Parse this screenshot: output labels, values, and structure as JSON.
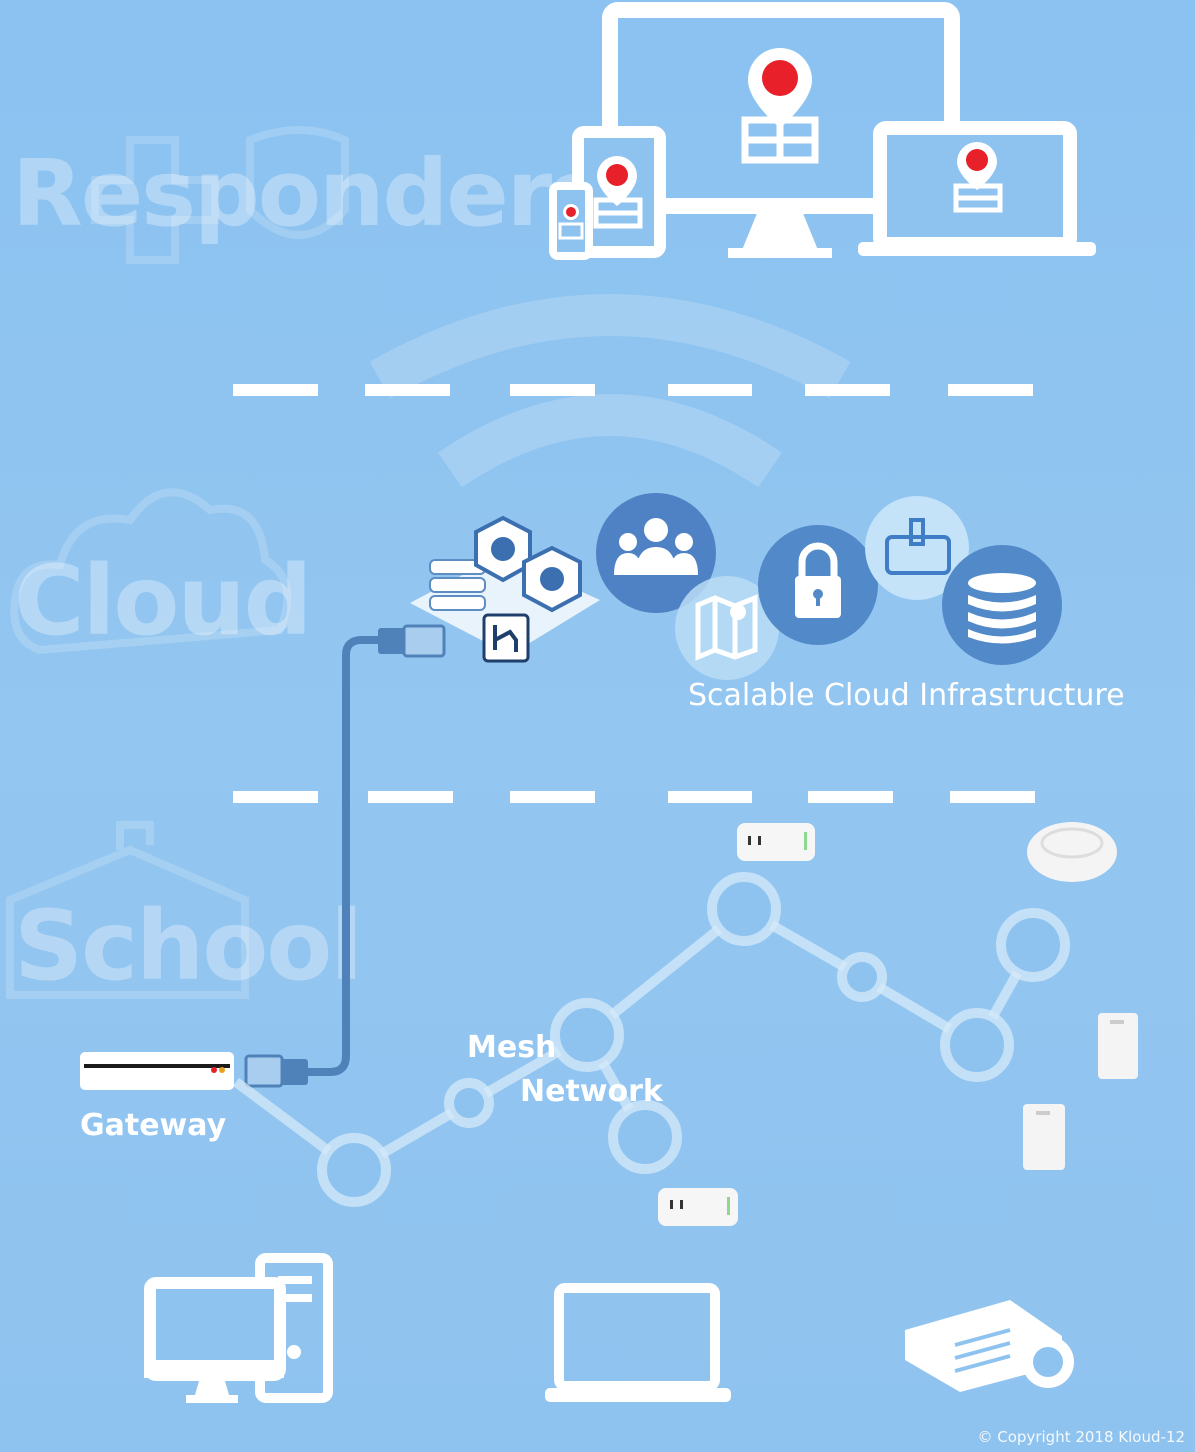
{
  "labels": {
    "responders": "Responders",
    "cloud": "Cloud",
    "school": "School"
  },
  "captions": {
    "cloud_infrastructure": "Scalable Cloud Infrastructure",
    "gateway": "Gateway",
    "mesh_line1": "Mesh",
    "mesh_line2": "Network"
  },
  "copyright": "© Copyright 2018 Kloud-12",
  "colors": {
    "background": "#8ec3f0",
    "icon_white": "#ffffff",
    "alert_red": "#e8202a",
    "cable": "#4f82b8",
    "cloud_circle_dark": "#5289c9",
    "cloud_circle_light": "#b9dcf6"
  },
  "icons": {
    "responder_devices": [
      "phone-icon",
      "tablet-icon",
      "monitor-icon",
      "laptop-icon",
      "map-pin-icon"
    ],
    "cloud_services": [
      "server-stack-icon",
      "users-icon",
      "map-icon",
      "lock-icon",
      "badge-icon",
      "database-icon"
    ],
    "school_devices": [
      "desktop-computer-icon",
      "laptop-icon",
      "projector-icon",
      "smart-plug-icon",
      "smoke-detector-icon",
      "wall-sensor-icon",
      "gateway-device-icon"
    ]
  }
}
